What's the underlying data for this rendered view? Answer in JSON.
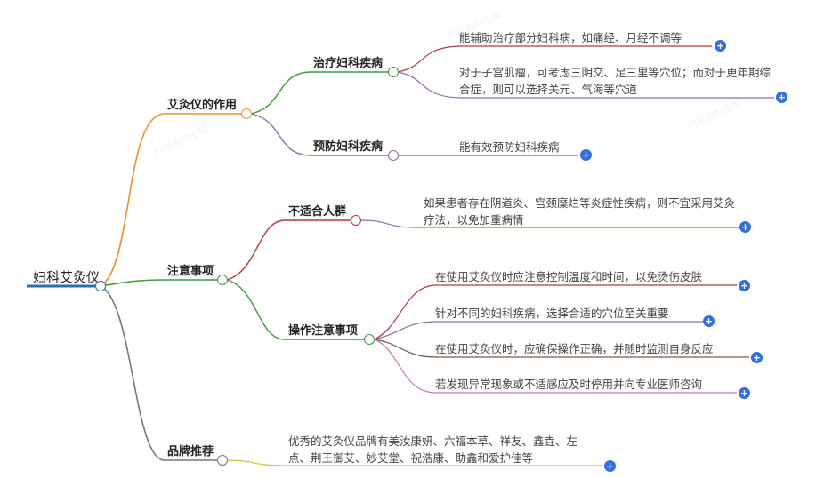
{
  "root": {
    "label": "妇科艾灸仪",
    "color": "#2e6ea6"
  },
  "branches": [
    {
      "label": "艾灸仪的作用",
      "color": "#e8922a",
      "children": [
        {
          "label": "治疗妇科疾病",
          "color": "#3c9a3c",
          "leaves": [
            {
              "text": "能辅助治疗部分妇科病，如痛经、月经不调等",
              "color": "#b03a3a"
            },
            {
              "text": "对于子宫肌瘤，可考虑三阴交、足三里等穴位；而对于更年期综合症，则可以选择关元、气海等穴道",
              "color": "#8e6bb0"
            }
          ]
        },
        {
          "label": "预防妇科疾病",
          "color": "#8e6bb0",
          "leaves": [
            {
              "text": "能有效预防妇科疾病",
              "color": "#8b6a5a"
            }
          ]
        }
      ]
    },
    {
      "label": "注意事项",
      "color": "#3c9a3c",
      "children": [
        {
          "label": "不适合人群",
          "color": "#b03a3a",
          "leaves": [
            {
              "text": "如果患者存在阴道炎、宫颈糜烂等炎症性疾病，则不宜采用艾灸疗法，以免加重病情",
              "color": "#8e6bb0"
            }
          ]
        },
        {
          "label": "操作注意事项",
          "color": "#3c9a3c",
          "leaves": [
            {
              "text": "在使用艾灸仪时应注意控制温度和时间，以免烫伤皮肤",
              "color": "#b03a3a"
            },
            {
              "text": "针对不同的妇科疾病，选择合适的穴位至关重要",
              "color": "#8e6bb0"
            },
            {
              "text": "在使用艾灸仪时，应确保操作正确，并随时监测自身反应",
              "color": "#7a5a4a"
            },
            {
              "text": "若发现异常现象或不适感应及时停用并向专业医师咨询",
              "color": "#c77ab8"
            }
          ]
        }
      ]
    },
    {
      "label": "品牌推荐",
      "color": "#777777",
      "leaves": [
        {
          "text": "优秀的艾灸仪品牌有美汝康妍、六福本草、祥友、鑫垚、左点、荆王御艾、妙艾堂、祝浩康、助鑫和爱护佳等",
          "color": "#c8c23a"
        }
      ]
    }
  ],
  "expand_icon": "+",
  "accent_plus_color": "#2f6fe0"
}
